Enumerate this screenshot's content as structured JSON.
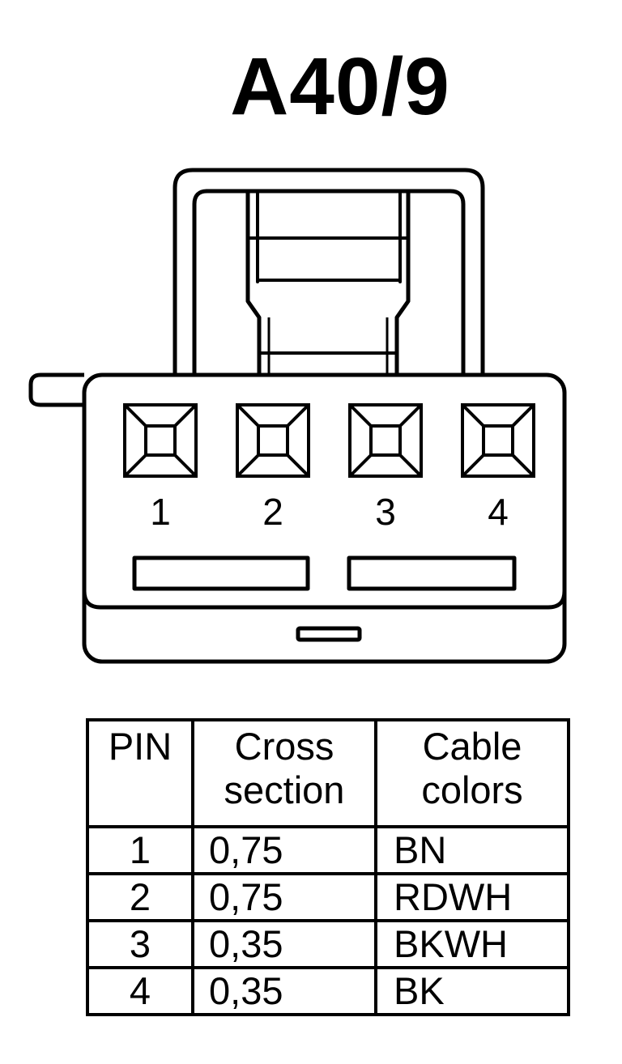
{
  "title": "A40/9",
  "connector": {
    "pins": [
      {
        "label": "1"
      },
      {
        "label": "2"
      },
      {
        "label": "3"
      },
      {
        "label": "4"
      }
    ]
  },
  "table": {
    "headers": {
      "pin": "PIN",
      "cross_line1": "Cross",
      "cross_line2": "section",
      "colors_line1": "Cable",
      "colors_line2": "colors"
    },
    "rows": [
      {
        "pin": "1",
        "cross_section": "0,75",
        "color": "BN"
      },
      {
        "pin": "2",
        "cross_section": "0,75",
        "color": "RDWH"
      },
      {
        "pin": "3",
        "cross_section": "0,35",
        "color": "BKWH"
      },
      {
        "pin": "4",
        "cross_section": "0,35",
        "color": "BK"
      }
    ]
  }
}
